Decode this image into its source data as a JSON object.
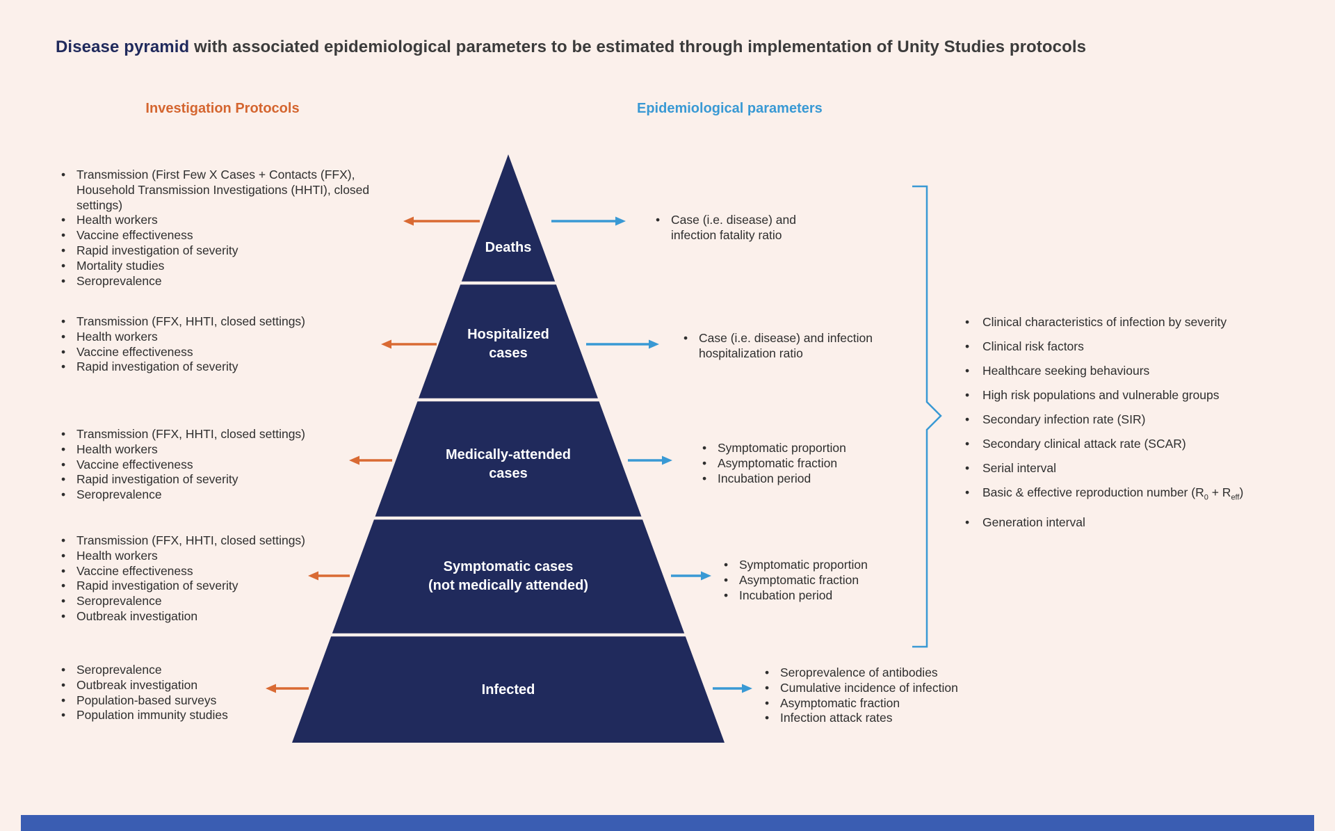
{
  "title": {
    "highlight": "Disease pyramid",
    "rest": " with associated epidemiological parameters to be estimated through implementation of Unity Studies protocols"
  },
  "headers": {
    "left": "Investigation Protocols",
    "right": "Epidemiological parameters"
  },
  "pyramid": {
    "levels": [
      {
        "line1": "Deaths",
        "line2": ""
      },
      {
        "line1": "Hospitalized",
        "line2": "cases"
      },
      {
        "line1": "Medically-attended",
        "line2": "cases"
      },
      {
        "line1": "Symptomatic cases",
        "line2": "(not medically attended)"
      },
      {
        "line1": "Infected",
        "line2": ""
      }
    ]
  },
  "left_lists": [
    {
      "items": [
        "Transmission (First Few X Cases + Contacts (FFX), Household Transmission Investigations (HHTI), closed settings)",
        "Health workers",
        "Vaccine effectiveness",
        "Rapid investigation of severity",
        "Mortality studies",
        "Seroprevalence"
      ]
    },
    {
      "items": [
        "Transmission (FFX, HHTI, closed settings)",
        "Health workers",
        "Vaccine effectiveness",
        "Rapid investigation of severity"
      ]
    },
    {
      "items": [
        "Transmission (FFX, HHTI, closed settings)",
        "Health workers",
        "Vaccine effectiveness",
        "Rapid investigation of severity",
        "Seroprevalence"
      ]
    },
    {
      "items": [
        "Transmission (FFX, HHTI, closed settings)",
        "Health workers",
        "Vaccine effectiveness",
        "Rapid investigation of severity",
        "Seroprevalence",
        "Outbreak investigation"
      ]
    },
    {
      "items": [
        "Seroprevalence",
        "Outbreak investigation",
        "Population-based surveys",
        "Population immunity studies"
      ]
    }
  ],
  "right_lists": [
    {
      "items": [
        "Case (i.e. disease) and infection fatality ratio"
      ]
    },
    {
      "items": [
        "Case (i.e. disease) and infection hospitalization ratio"
      ]
    },
    {
      "items": [
        "Symptomatic proportion",
        "Asymptomatic fraction",
        "Incubation period"
      ]
    },
    {
      "items": [
        "Symptomatic proportion",
        "Asymptomatic fraction",
        "Incubation period"
      ]
    },
    {
      "items": [
        "Seroprevalence of antibodies",
        "Cumulative incidence of infection",
        "Asymptomatic fraction",
        "Infection attack rates"
      ]
    }
  ],
  "brace_list": {
    "items": [
      "Clinical characteristics of infection by severity",
      "Clinical risk factors",
      "Healthcare seeking behaviours",
      "High risk populations and vulnerable groups",
      "Secondary infection rate (SIR)",
      "Secondary clinical attack rate (SCAR)",
      "Serial interval",
      {
        "pre": "Basic & effective reproduction number (R",
        "s1": "0",
        "mid": " + R",
        "s2": "eff",
        "post": ")"
      },
      "Generation interval"
    ]
  },
  "colors": {
    "background": "#FBF0EB",
    "pyramid_navy": "#202A5C",
    "accent_orange": "#D4652F",
    "accent_blue": "#3999D4",
    "footer_blue": "#3A5DB2",
    "label_white": "#FFFFFF"
  }
}
